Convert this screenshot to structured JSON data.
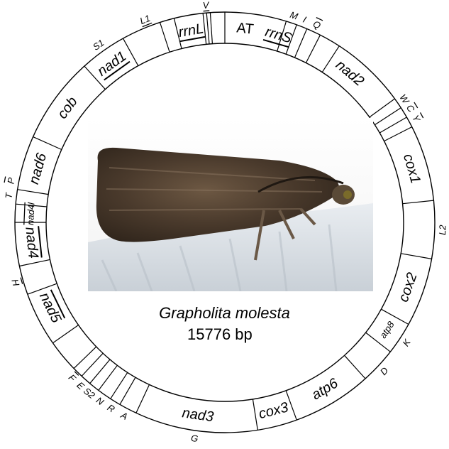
{
  "species": "Grapholita molesta",
  "genome_size": "15776 bp",
  "genes": [
    {
      "id": "AT",
      "label": "AT",
      "inner": true,
      "size": 20,
      "italic": false
    },
    {
      "id": "M",
      "label": "M",
      "inner": false,
      "size": 13,
      "italic": true
    },
    {
      "id": "I",
      "label": "I",
      "inner": false,
      "size": 13,
      "italic": true
    },
    {
      "id": "Q",
      "label": "Q",
      "inner": false,
      "size": 13,
      "italic": true,
      "bar": true
    },
    {
      "id": "nad2",
      "label": "nad2",
      "inner": true,
      "size": 20,
      "italic": true
    },
    {
      "id": "W",
      "label": "W",
      "inner": false,
      "size": 13,
      "italic": true
    },
    {
      "id": "C",
      "label": "C",
      "inner": false,
      "size": 13,
      "italic": true,
      "bar": true
    },
    {
      "id": "Y",
      "label": "Y",
      "inner": false,
      "size": 13,
      "italic": true,
      "bar": true
    },
    {
      "id": "cox1",
      "label": "cox1",
      "inner": true,
      "size": 20,
      "italic": true
    },
    {
      "id": "L2",
      "label": "L2",
      "inner": false,
      "size": 13,
      "italic": true
    },
    {
      "id": "cox2",
      "label": "cox2",
      "inner": true,
      "size": 20,
      "italic": true
    },
    {
      "id": "K",
      "label": "K",
      "inner": false,
      "size": 13,
      "italic": true
    },
    {
      "id": "D",
      "label": "D",
      "inner": false,
      "size": 13,
      "italic": true
    },
    {
      "id": "atp8",
      "label": "atp8",
      "inner": true,
      "size": 13,
      "italic": true
    },
    {
      "id": "atp6",
      "label": "atp6",
      "inner": true,
      "size": 20,
      "italic": true
    },
    {
      "id": "cox3",
      "label": "cox3",
      "inner": true,
      "size": 20,
      "italic": true
    },
    {
      "id": "G",
      "label": "G",
      "inner": false,
      "size": 13,
      "italic": true
    },
    {
      "id": "nad3",
      "label": "nad3",
      "inner": true,
      "size": 20,
      "italic": true
    },
    {
      "id": "A",
      "label": "A",
      "inner": false,
      "size": 13,
      "italic": true
    },
    {
      "id": "R",
      "label": "R",
      "inner": false,
      "size": 13,
      "italic": true
    },
    {
      "id": "N",
      "label": "N",
      "inner": false,
      "size": 13,
      "italic": true
    },
    {
      "id": "S2",
      "label": "S2",
      "inner": false,
      "size": 13,
      "italic": true
    },
    {
      "id": "E",
      "label": "E",
      "inner": false,
      "size": 13,
      "italic": true
    },
    {
      "id": "F",
      "label": "F",
      "inner": false,
      "size": 13,
      "italic": true,
      "bar": true
    },
    {
      "id": "nad5",
      "label": "nad5",
      "inner": true,
      "size": 20,
      "italic": true,
      "bar": true
    },
    {
      "id": "H",
      "label": "H",
      "inner": false,
      "size": 13,
      "italic": true,
      "bar": true
    },
    {
      "id": "nad4",
      "label": "nad4",
      "inner": true,
      "size": 20,
      "italic": true,
      "bar": true
    },
    {
      "id": "nad4l",
      "label": "nad4l",
      "inner": true,
      "size": 13,
      "italic": true,
      "bar": true
    },
    {
      "id": "T",
      "label": "T",
      "inner": false,
      "size": 13,
      "italic": true
    },
    {
      "id": "P",
      "label": "P",
      "inner": false,
      "size": 13,
      "italic": true,
      "bar": true
    },
    {
      "id": "nad6",
      "label": "nad6",
      "inner": true,
      "size": 20,
      "italic": true
    },
    {
      "id": "cob",
      "label": "cob",
      "inner": true,
      "size": 20,
      "italic": true
    },
    {
      "id": "S1",
      "label": "S1",
      "inner": false,
      "size": 13,
      "italic": true
    },
    {
      "id": "nad1",
      "label": "nad1",
      "inner": true,
      "size": 20,
      "italic": true,
      "underline": true
    },
    {
      "id": "L1",
      "label": "L1",
      "inner": false,
      "size": 13,
      "italic": true,
      "underline": true
    },
    {
      "id": "rrnL",
      "label": "rrnL",
      "inner": true,
      "size": 20,
      "italic": true,
      "underline": true
    },
    {
      "id": "V",
      "label": "V",
      "inner": false,
      "size": 13,
      "italic": true,
      "underline": true
    },
    {
      "id": "rrnS",
      "label": "rrnS",
      "inner": true,
      "size": 20,
      "italic": true,
      "underline": true
    }
  ]
}
